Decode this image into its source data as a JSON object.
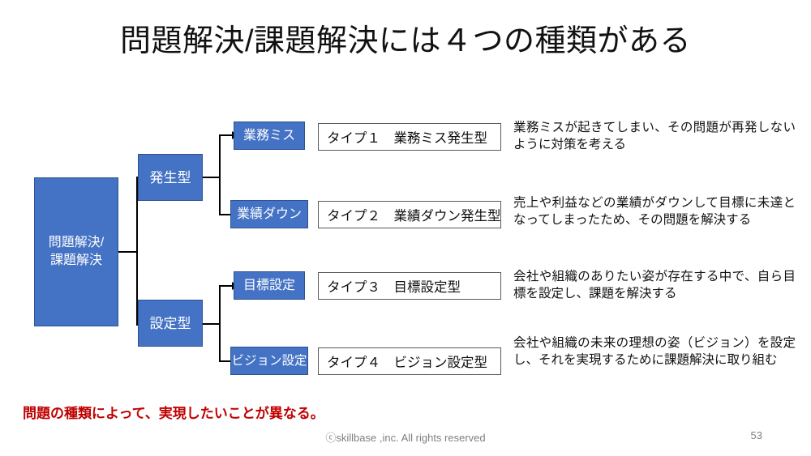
{
  "slide": {
    "title": "問題解決/課題解決には４つの種類がある",
    "highlight_note": "問題の種類によって、実現したいことが異なる。",
    "accent_blue": "#4472C4",
    "accent_blue_border": "#2F528F",
    "note_red": "#C00000"
  },
  "diagram": {
    "root": {
      "line1": "問題解決/",
      "line2": "課題解決"
    },
    "branches": [
      {
        "label": "発生型"
      },
      {
        "label": "設定型"
      }
    ],
    "rows": [
      {
        "cause": "業務ミス",
        "type_label": "タイプ１　業務ミス発生型",
        "description": "業務ミスが起きてしまい、その問題が再発しないように対策を考える"
      },
      {
        "cause": "業績ダウン",
        "type_label": "タイプ２　業績ダウン発生型",
        "description": "売上や利益などの業績がダウンして目標に未達となってしまったため、その問題を解決する"
      },
      {
        "cause": "目標設定",
        "type_label": "タイプ３　目標設定型",
        "description": "会社や組織のありたい姿が存在する中で、自ら目標を設定し、課題を解決する"
      },
      {
        "cause": "ビジョン設定",
        "type_label": "タイプ４　ビジョン設定型",
        "description": "会社や組織の未来の理想の姿（ビジョン）を設定し、それを実現するために課題解決に取り組む"
      }
    ]
  },
  "footer": {
    "copyright": "ⓒskillbase ,inc. All rights reserved",
    "page_number": "53"
  }
}
